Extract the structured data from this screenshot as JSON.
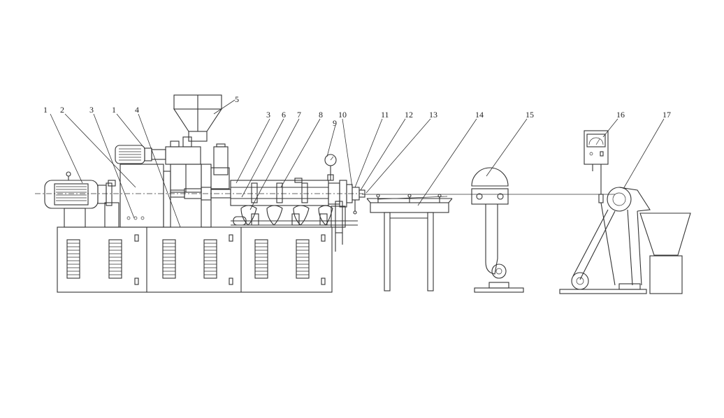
{
  "labels": {
    "l1a": "1",
    "l2": "2",
    "l3a": "3",
    "l1b": "1",
    "l4": "4",
    "l5": "5",
    "l3b": "3",
    "l6": "6",
    "l7": "7",
    "l8": "8",
    "l9": "9",
    "l10": "10",
    "l11": "11",
    "l12": "12",
    "l13": "13",
    "l14": "14",
    "l15": "15",
    "l16": "16",
    "l17": "17"
  }
}
